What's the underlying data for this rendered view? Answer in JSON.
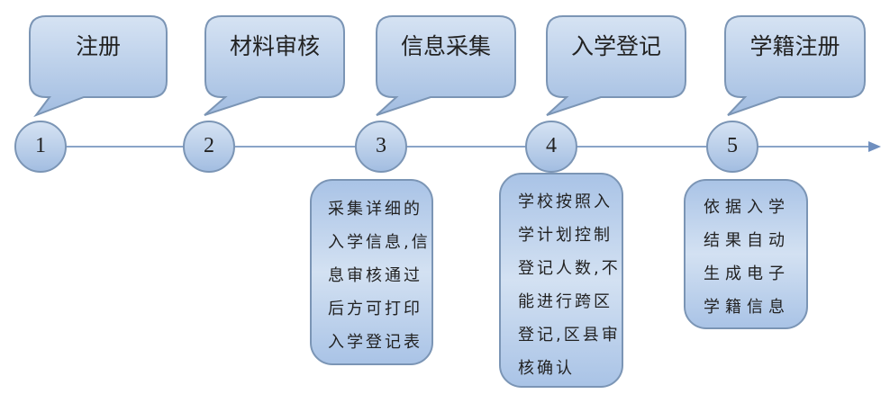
{
  "steps": [
    {
      "number": "1",
      "title": "注册"
    },
    {
      "number": "2",
      "title": "材料审核"
    },
    {
      "number": "3",
      "title": "信息采集"
    },
    {
      "number": "4",
      "title": "入学登记"
    },
    {
      "number": "5",
      "title": "学籍注册"
    }
  ],
  "details": {
    "step3": [
      "采集详细的",
      "入学信息,信",
      "息审核通过",
      "后方可打印",
      "入学登记表"
    ],
    "step4": [
      "学校按照入",
      "学计划控制",
      "登记人数,不",
      "能进行跨区",
      "登记,区县审",
      "核确认"
    ],
    "step5": [
      "依据入学",
      "结果自动",
      "生成电子",
      "学籍信息"
    ]
  },
  "colors": {
    "fill_top": "#d3e1f2",
    "fill_bottom": "#9fbbe0",
    "stroke": "#7b95b5",
    "line": "#8aa4c8"
  }
}
